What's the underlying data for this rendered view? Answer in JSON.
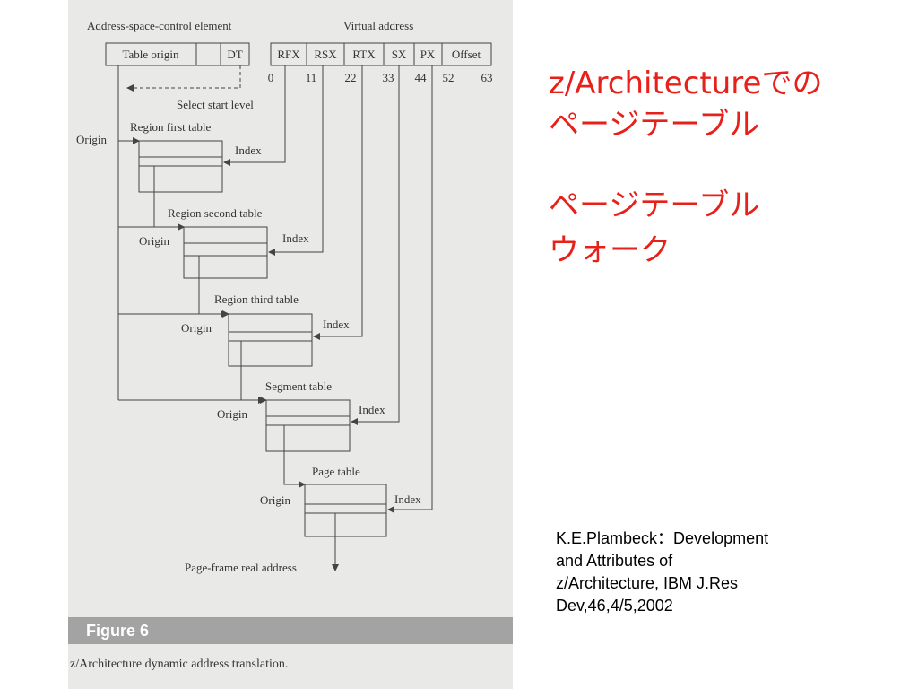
{
  "slide": {
    "title_line1": "z/Architectureでの",
    "title_line2": "ページテーブル",
    "subtitle_line1": "ページテーブル",
    "subtitle_line2": "ウォーク",
    "citation_line1": "K.E.Plambeck：Development",
    "citation_line2": "and   Attributes   of",
    "citation_line3": "z/Architecture,   IBM   J.Res",
    "citation_line4": "Dev,46,4/5,2002"
  },
  "figure": {
    "label": "Figure 6",
    "caption": "z/Architecture dynamic address translation.",
    "asce_label": "Address-space-control element",
    "asce_fields": [
      "Table origin",
      "",
      "DT"
    ],
    "va_label": "Virtual address",
    "va_fields": [
      "RFX",
      "RSX",
      "RTX",
      "SX",
      "PX",
      "Offset"
    ],
    "bit_positions": [
      "0",
      "11",
      "22",
      "33",
      "44",
      "52",
      "63"
    ],
    "select_start_level": "Select start level",
    "origin_label": "Origin",
    "index_label": "Index",
    "tables": [
      "Region first table",
      "Region second table",
      "Region third table",
      "Segment table",
      "Page table"
    ],
    "output_label": "Page-frame real address"
  },
  "colors": {
    "title": "#e8201a",
    "scan_background": "#e9e9e7",
    "figure_bar": "#a3a3a3",
    "line": "#444444"
  }
}
